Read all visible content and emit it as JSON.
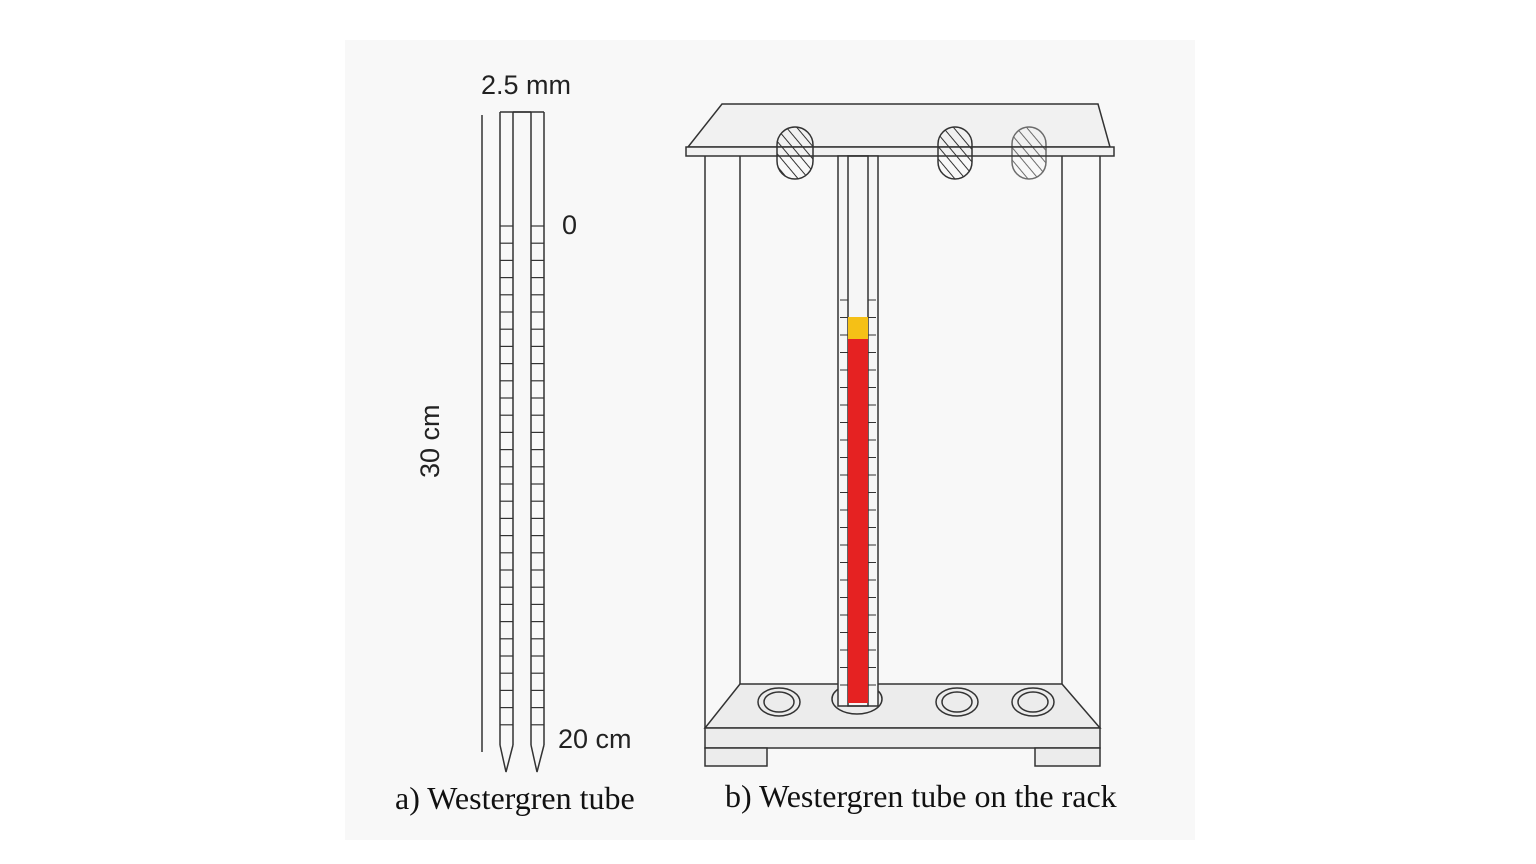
{
  "figure": {
    "panel_a": {
      "width_label": "2.5 mm",
      "length_label": "30 cm",
      "scale_top": "0",
      "scale_bottom": "20 cm",
      "caption": "a) Westergren tube"
    },
    "panel_b": {
      "caption": "b) Westergren tube on the rack",
      "rack_holes": 4,
      "blood_color": "#e52222",
      "plasma_color": "#f5c016"
    }
  }
}
